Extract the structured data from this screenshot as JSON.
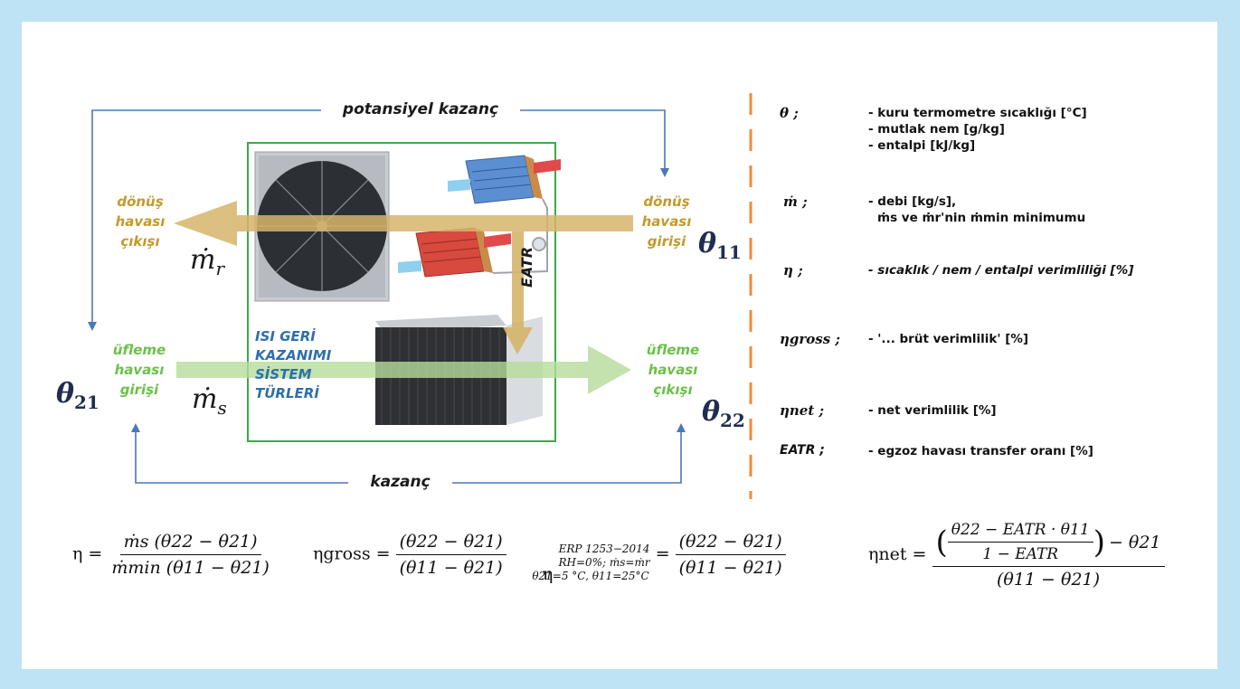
{
  "labels": {
    "potential_gain": "potansiyel kazanç",
    "gain": "kazanç",
    "return_outlet": [
      "dönüş",
      "havası",
      "çıkışı"
    ],
    "return_inlet": [
      "dönüş",
      "havası",
      "girişi"
    ],
    "supply_inlet": [
      "üfleme",
      "havası",
      "girişi"
    ],
    "supply_outlet": [
      "üfleme",
      "havası",
      "çıkışı"
    ],
    "center_text": [
      "ISI GERİ",
      "KAZANIMI",
      "SİSTEM",
      "TÜRLERİ"
    ],
    "eatr_arrow": "EATR"
  },
  "symbols": {
    "theta_11": "θ",
    "theta_11_sub": "11",
    "theta_21": "θ",
    "theta_21_sub": "21",
    "theta_22": "θ",
    "theta_22_sub": "22",
    "m_r": "ṁ",
    "m_r_sub": "r",
    "m_s": "ṁ",
    "m_s_sub": "s"
  },
  "legend": [
    {
      "symbol": "θ ;",
      "lines": [
        "- kuru termometre sıcaklığı [°C]",
        "- mutlak nem [g/kg]",
        "- entalpi [kJ/kg]"
      ]
    },
    {
      "symbol": "ṁ ;",
      "lines": [
        "- debi [kg/s],",
        "ṁs ve ṁr'nin ṁmin minimumu"
      ]
    },
    {
      "symbol": "η ;",
      "lines": [
        "- sıcaklık / nem / entalpi verimliliği [%]"
      ]
    },
    {
      "symbol": "ηgross ;",
      "lines": [
        "- '... brüt verimlilik' [%]"
      ]
    },
    {
      "symbol": "ηnet ;",
      "lines": [
        "- net verimlilik [%]"
      ]
    },
    {
      "symbol": "EATR ;",
      "lines": [
        "- egzoz havası transfer oranı [%]"
      ]
    }
  ],
  "equations": {
    "eta": {
      "lhs": "η =",
      "num": "ṁs (θ22 − θ21)",
      "den": "ṁmin (θ11 − θ21)"
    },
    "eta_gross": {
      "lhs": "ηgross =",
      "num": "(θ22 − θ21)",
      "den": "(θ11 − θ21)"
    },
    "eta_erp": {
      "lhs": "η",
      "sub1": "ERP 1253−2014",
      "sub2": "RH=0%; ṁs=ṁr",
      "sub3": "θ21=5 °C, θ11=25°C",
      "num": "(θ22 − θ21)",
      "den": "(θ11 − θ21)"
    },
    "eta_net": {
      "lhs": "ηnet =",
      "inner_num": "θ22 − EATR · θ11",
      "inner_den": "1 − EATR",
      "minus": "− θ21",
      "den": "(θ11 − θ21)"
    }
  },
  "colors": {
    "frame": "#bde3f5",
    "return_arrow": "#d6b56b",
    "supply_arrow": "#b5dc9a",
    "flow_lines": "#4a78b8",
    "box_border": "#3ea84a",
    "divider": "#f08a3c"
  }
}
